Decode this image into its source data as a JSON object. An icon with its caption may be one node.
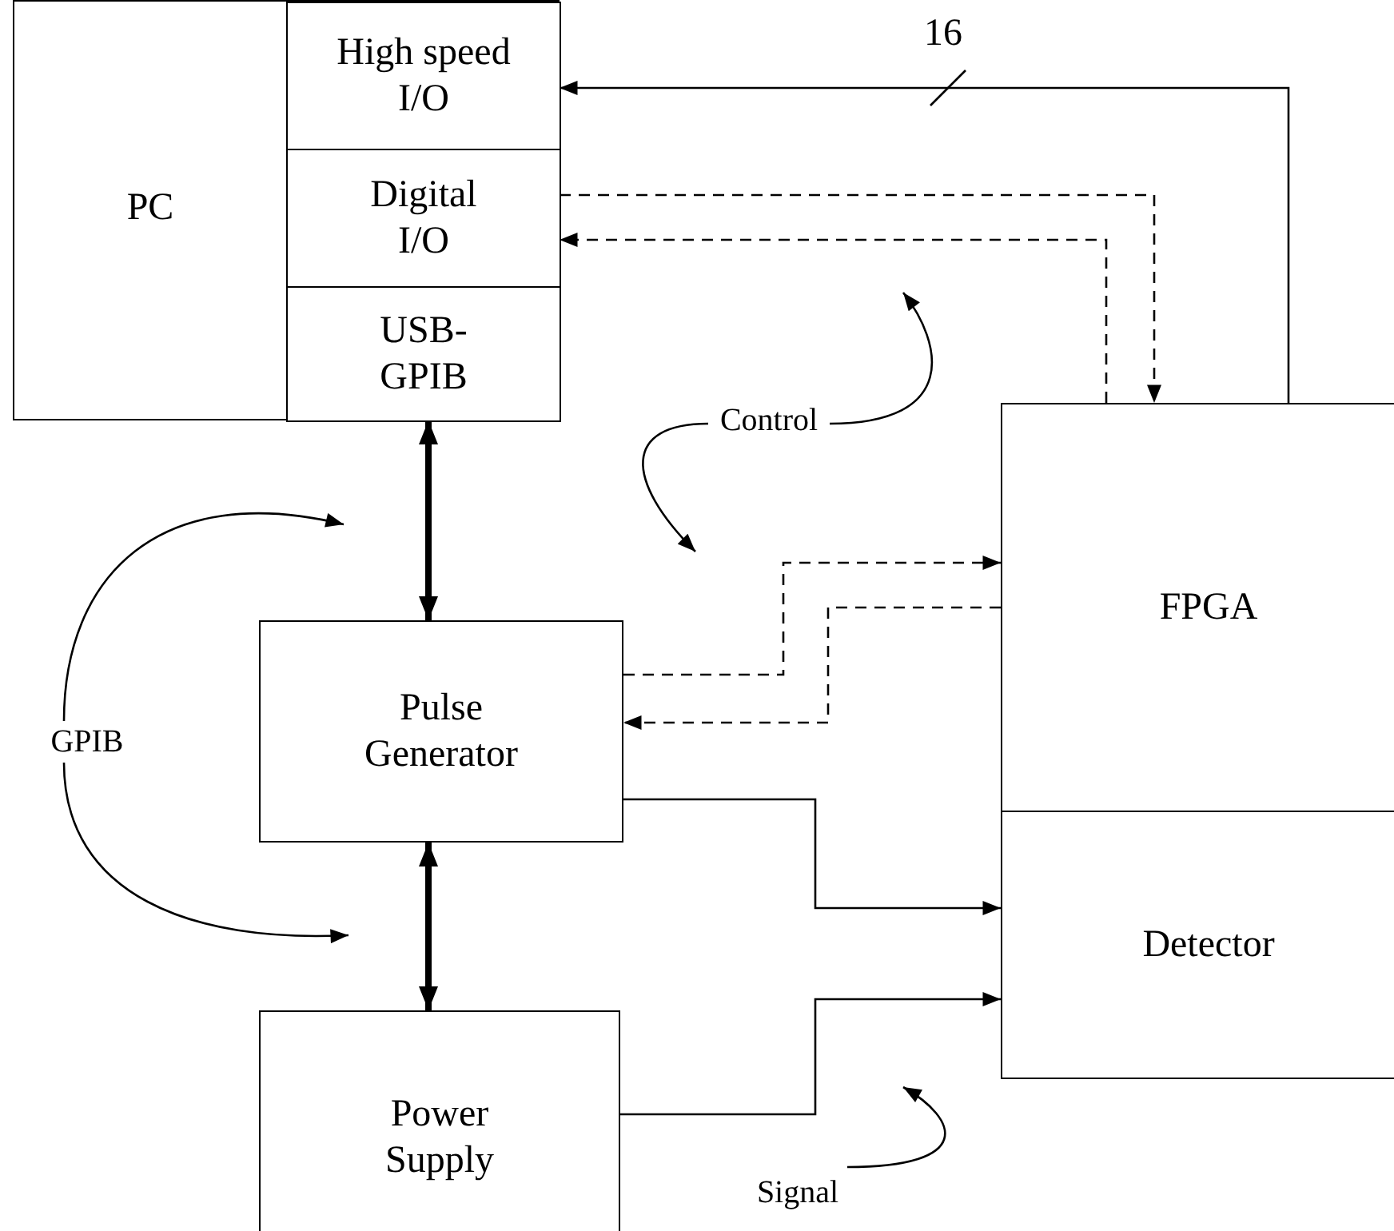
{
  "diagram": {
    "nodes": [
      {
        "text": [
          "PC"
        ]
      },
      {
        "text": [
          "High speed I/O"
        ],
        "in": 0
      },
      {
        "text": [
          "Digital I/O"
        ],
        "in": 0
      },
      {
        "text": [
          "USB-GPIB"
        ],
        "in": 0
      },
      {
        "text": [
          "FPGA"
        ]
      },
      {
        "text": [
          "Detector"
        ]
      },
      {
        "text": [
          "Pulse Generator"
        ]
      },
      {
        "text": [
          "Power Supply"
        ]
      },
      {
        "text": [
          "Control"
        ]
      },
      {
        "text": [
          "GPIB"
        ]
      },
      {
        "text": [
          "Signal"
        ]
      }
    ],
    "edges": [
      {
        "from": 4,
        "to": 1,
        "arrow": "to",
        "label": "16"
      },
      {
        "from": 2,
        "to": 4,
        "arrow": "to",
        "style": "dashed"
      },
      {
        "from": 4,
        "to": 2,
        "arrow": "to",
        "style": "dashed"
      },
      {
        "from": 3,
        "to": 6,
        "arrow": "both",
        "style": "thick"
      },
      {
        "from": 6,
        "to": 7,
        "arrow": "both",
        "style": "thick"
      },
      {
        "from": 6,
        "to": 4,
        "arrow": "to",
        "style": "dashed"
      },
      {
        "from": 4,
        "to": 6,
        "arrow": "to",
        "style": "dashed"
      },
      {
        "from": 6,
        "to": 5,
        "arrow": "to"
      },
      {
        "from": 7,
        "to": 5,
        "arrow": "to"
      },
      {
        "from": 8,
        "to": null,
        "arrow": "to"
      },
      {
        "from": 8,
        "to": null,
        "arrow": "to"
      },
      {
        "from": 9,
        "to": null,
        "arrow": "to"
      },
      {
        "from": 9,
        "to": null,
        "arrow": "to"
      },
      {
        "from": 10,
        "to": null,
        "arrow": "to"
      }
    ]
  }
}
